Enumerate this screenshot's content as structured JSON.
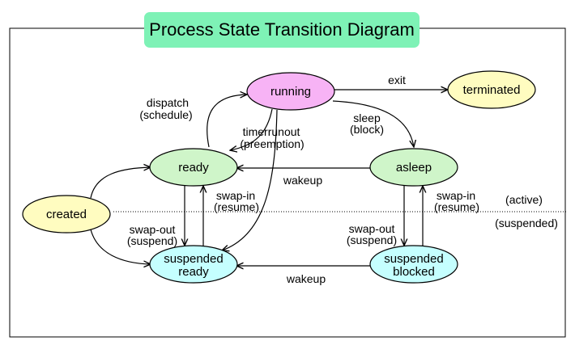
{
  "title": "Process State Transition Diagram",
  "colors": {
    "title_bg": "#7ef2b6",
    "running": "#f7b3f5",
    "terminated": "#fffcc0",
    "created": "#fffcc0",
    "ready": "#cff5c9",
    "asleep": "#cff5c9",
    "suspended_ready": "#c5ffff",
    "suspended_blocked": "#c5ffff"
  },
  "states": {
    "running": "running",
    "terminated": "terminated",
    "ready": "ready",
    "asleep": "asleep",
    "created": "created",
    "suspended_ready_1": "suspended",
    "suspended_ready_2": "ready",
    "suspended_blocked_1": "suspended",
    "suspended_blocked_2": "blocked"
  },
  "transitions": {
    "exit": "exit",
    "dispatch_1": "dispatch",
    "dispatch_2": "(schedule)",
    "timerrunout_1": "timerrunout",
    "timerrunout_2": "(preemption)",
    "sleep_1": "sleep",
    "sleep_2": "(block)",
    "wakeup_top": "wakeup",
    "swapin_left_1": "swap-in",
    "swapin_left_2": "(resume)",
    "swapout_left_1": "swap-out",
    "swapout_left_2": "(suspend)",
    "swapin_right_1": "swap-in",
    "swapin_right_2": "(resume)",
    "swapout_right_1": "swap-out",
    "swapout_right_2": "(suspend)",
    "wakeup_bottom": "wakeup"
  },
  "regions": {
    "active": "(active)",
    "suspended": "(suspended)"
  }
}
